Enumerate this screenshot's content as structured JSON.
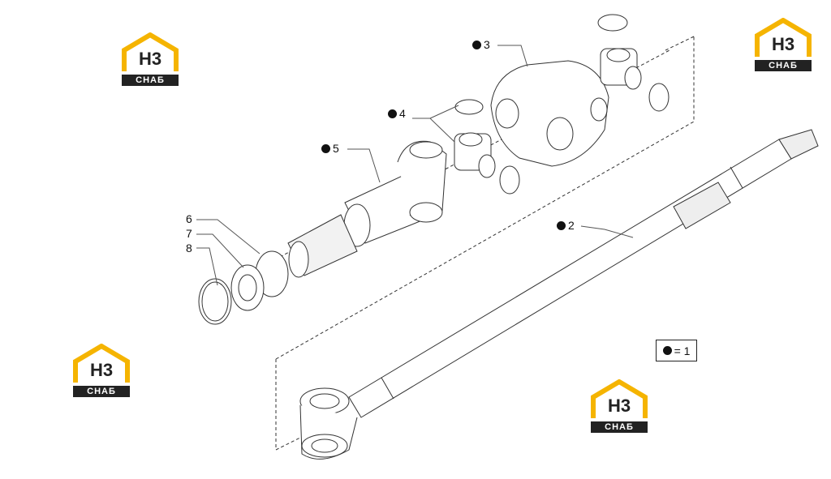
{
  "callouts": [
    {
      "label": "3",
      "dot": true
    },
    {
      "label": "4",
      "dot": true
    },
    {
      "label": "5",
      "dot": true
    },
    {
      "label": "2",
      "dot": true
    },
    {
      "label": "6",
      "dot": false
    },
    {
      "label": "7",
      "dot": false
    },
    {
      "label": "8",
      "dot": false
    }
  ],
  "legend": {
    "text": "= 1"
  },
  "watermark": {
    "mark": "H3",
    "word": "СНАБ",
    "colors": {
      "accent": "#f5b400",
      "dark": "#222222"
    }
  }
}
